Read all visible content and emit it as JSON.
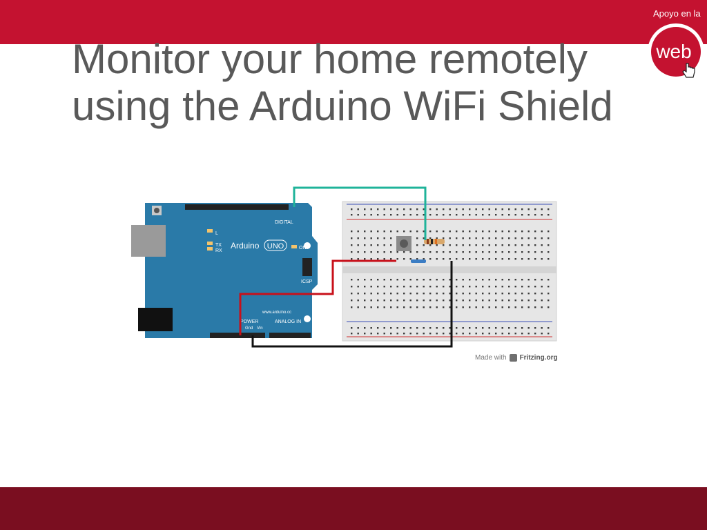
{
  "slide": {
    "title_line1": "Monitor your home remotely",
    "title_line2": "using the Arduino WiFi Shield"
  },
  "brand": {
    "tagline": "Apoyo en la",
    "logo_text": "web",
    "accent": "#c41230"
  },
  "diagram": {
    "board_name": "Arduino",
    "board_model": "UNO",
    "on_label": "ON",
    "l_label": "L",
    "tx_label": "TX",
    "rx_label": "RX",
    "digital_label": "DIGITAL",
    "icsp_label": "ICSP",
    "power_label": "POWER",
    "analog_label": "ANALOG IN",
    "url": "www.arduino.cc",
    "gnd_label": "Gnd",
    "vin_label": "Vin",
    "credit_prefix": "Made with",
    "credit_brand": "Fritzing.org"
  },
  "colors": {
    "top_bar": "#c41230",
    "bottom_bar": "#7a0e20",
    "board": "#2a7aa8",
    "wire_green": "#1fb39a",
    "wire_red": "#c8101a",
    "wire_black": "#111111"
  }
}
